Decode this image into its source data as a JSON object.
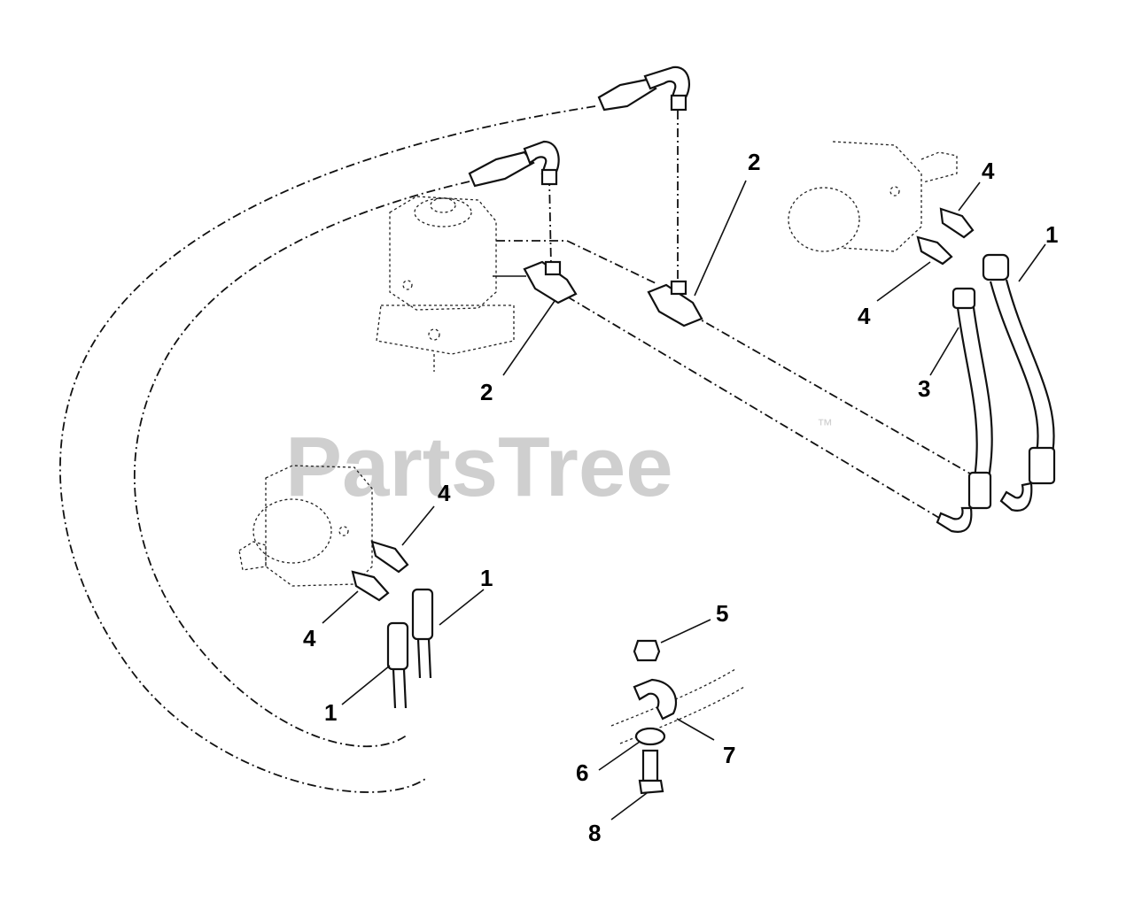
{
  "watermark": {
    "text": "PartsTree",
    "trademark": "™",
    "color": "#cfcfcf"
  },
  "callouts": [
    {
      "id": "callout-2-top",
      "label": "2"
    },
    {
      "id": "callout-2-bottom",
      "label": "2"
    },
    {
      "id": "callout-4-upper-right-a",
      "label": "4"
    },
    {
      "id": "callout-4-upper-right-b",
      "label": "4"
    },
    {
      "id": "callout-1-right",
      "label": "1"
    },
    {
      "id": "callout-3",
      "label": "3"
    },
    {
      "id": "callout-4-left-a",
      "label": "4"
    },
    {
      "id": "callout-4-left-b",
      "label": "4"
    },
    {
      "id": "callout-1-lower-a",
      "label": "1"
    },
    {
      "id": "callout-1-lower-b",
      "label": "1"
    },
    {
      "id": "callout-5",
      "label": "5"
    },
    {
      "id": "callout-6",
      "label": "6"
    },
    {
      "id": "callout-7",
      "label": "7"
    },
    {
      "id": "callout-8",
      "label": "8"
    }
  ]
}
